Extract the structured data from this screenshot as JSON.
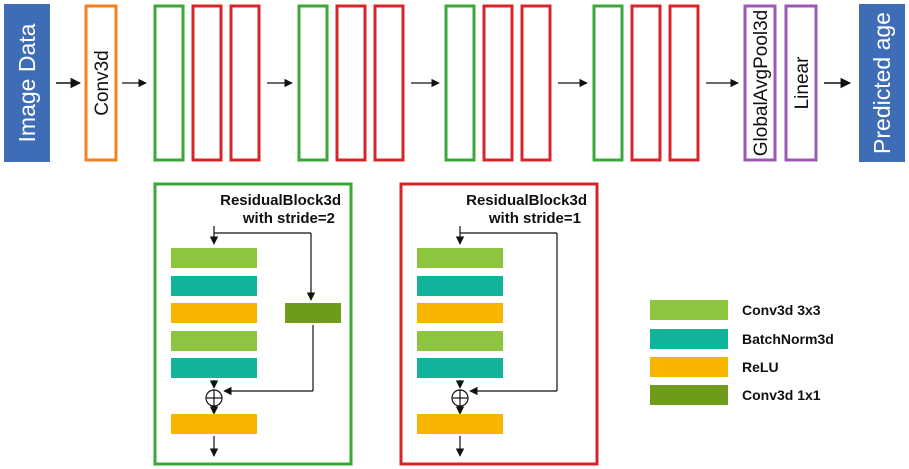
{
  "colors": {
    "input_blue": "#3e6db5",
    "conv_orange": "#f58220",
    "stride2_green": "#3aa935",
    "stride1_red": "#d7262b",
    "pool_purple": "#9b59b6",
    "conv3x3": "#8cc63f",
    "batchnorm": "#11b39b",
    "relu": "#f7b500",
    "conv1x1": "#6e9c1a",
    "arrow": "#111111"
  },
  "pipeline": {
    "input_label": "Image Data",
    "conv_label": "Conv3d",
    "pool_label": "GlobalAvgPool3d",
    "linear_label": "Linear",
    "output_label": "Predicted age",
    "stages": [
      {
        "blocks": [
          "stride2",
          "stride1",
          "stride1"
        ]
      },
      {
        "blocks": [
          "stride2",
          "stride1",
          "stride1"
        ]
      },
      {
        "blocks": [
          "stride2",
          "stride1",
          "stride1"
        ]
      },
      {
        "blocks": [
          "stride2",
          "stride1",
          "stride1"
        ]
      }
    ]
  },
  "blocks": {
    "stride2": {
      "title_line1": "ResidualBlock3d",
      "title_line2": "with stride=2",
      "layers": [
        "conv3x3",
        "batchnorm",
        "relu",
        "conv3x3",
        "batchnorm"
      ],
      "shortcut": "conv1x1",
      "final": "relu"
    },
    "stride1": {
      "title_line1": "ResidualBlock3d",
      "title_line2": "with stride=1",
      "layers": [
        "conv3x3",
        "batchnorm",
        "relu",
        "conv3x3",
        "batchnorm"
      ],
      "final": "relu"
    }
  },
  "legend": [
    {
      "key": "conv3x3",
      "label": "Conv3d 3x3"
    },
    {
      "key": "batchnorm",
      "label": "BatchNorm3d"
    },
    {
      "key": "relu",
      "label": "ReLU"
    },
    {
      "key": "conv1x1",
      "label": "Conv3d 1x1"
    }
  ]
}
